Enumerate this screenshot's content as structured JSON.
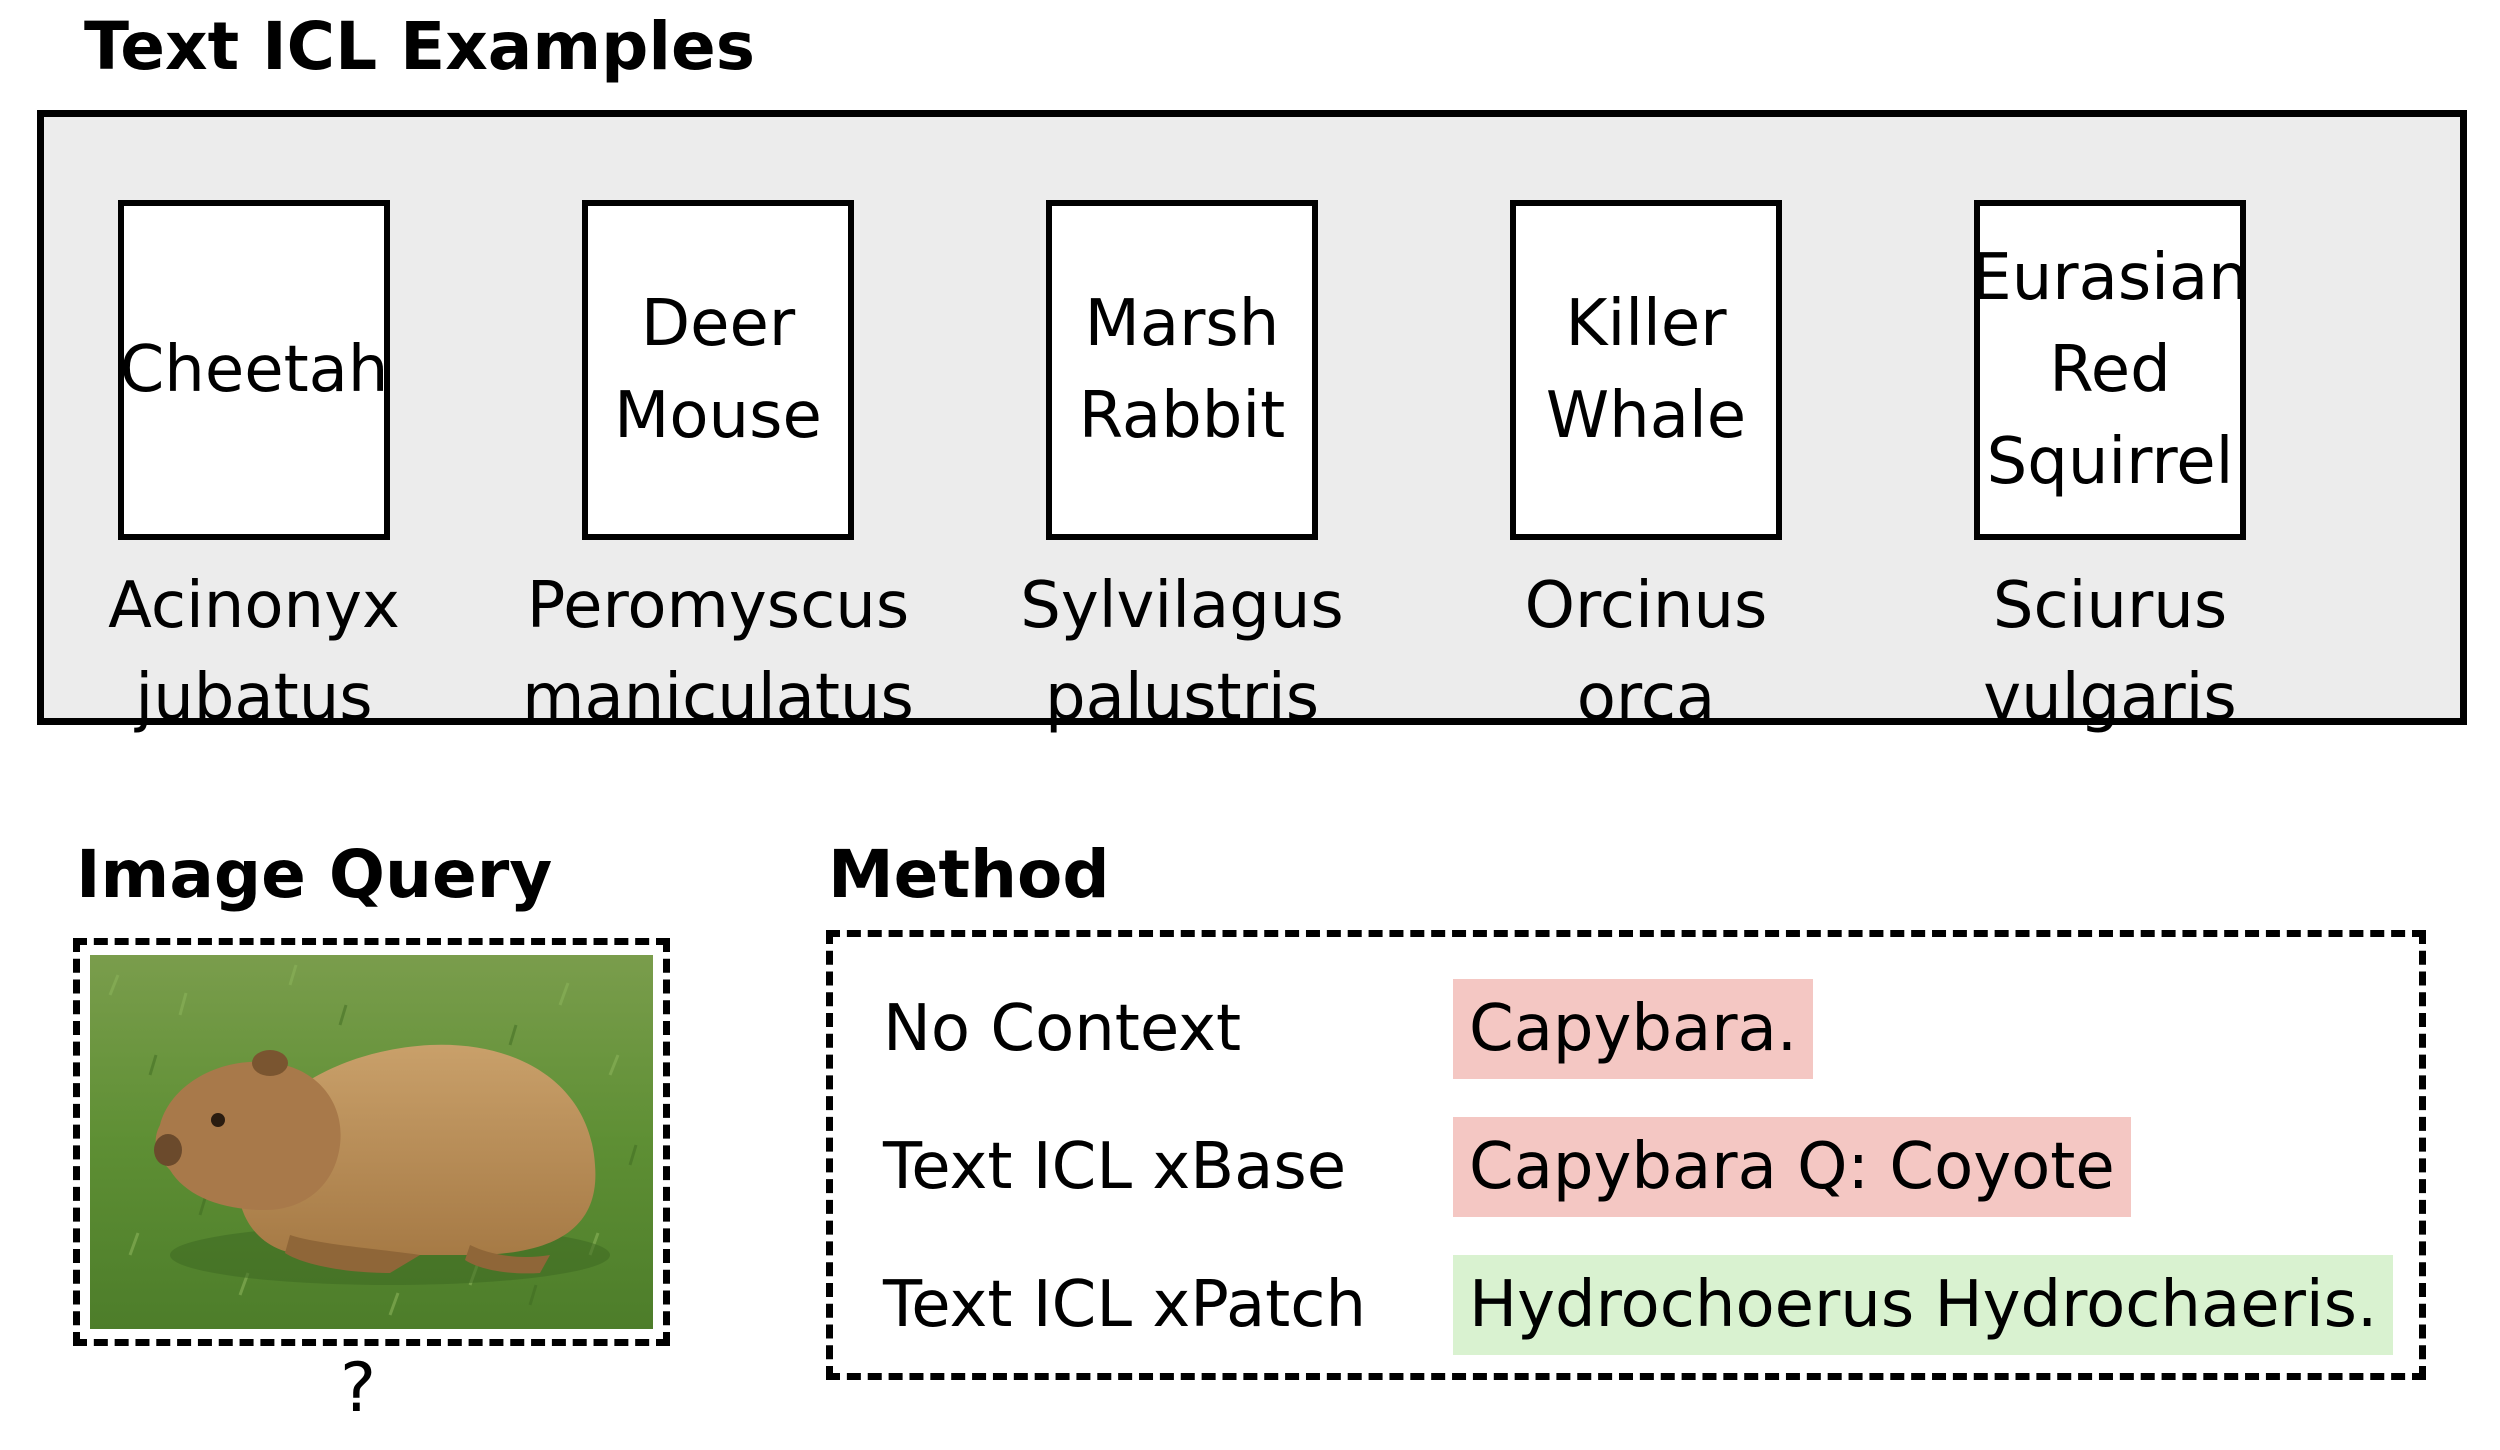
{
  "examples": {
    "title": "Text ICL Examples",
    "items": [
      {
        "common": "Cheetah",
        "latin": "Acinonyx\njubatus"
      },
      {
        "common": "Deer\nMouse",
        "latin": "Peromyscus\nmaniculatus"
      },
      {
        "common": "Marsh\nRabbit",
        "latin": "Sylvilagus\npalustris"
      },
      {
        "common": "Killer\nWhale",
        "latin": "Orcinus\norca"
      },
      {
        "common": "Eurasian\nRed\nSquirrel",
        "latin": "Sciurus\nvulgaris"
      }
    ]
  },
  "query": {
    "title": "Image Query",
    "image": "capybara-photo",
    "mark": "?"
  },
  "method": {
    "title": "Method",
    "rows": [
      {
        "label": "No Context",
        "answer": "Capybara.",
        "color": "#f4c7c3"
      },
      {
        "label": "Text ICL xBase",
        "answer": "Capybara Q: Coyote",
        "color": "#f4c7c3"
      },
      {
        "label": "Text ICL xPatch",
        "answer": "Hydrochoerus Hydrochaeris.",
        "color": "#d9f2d0"
      }
    ]
  }
}
